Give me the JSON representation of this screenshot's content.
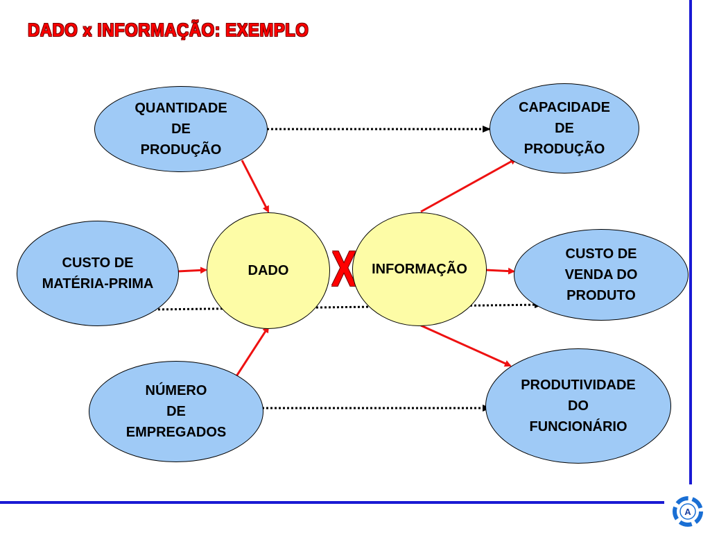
{
  "title": "DADO x INFORMAÇÃO: EXEMPLO",
  "center": {
    "dado": "DADO",
    "separator": "X",
    "informacao": "INFORMAÇÃO"
  },
  "data_nodes": [
    {
      "id": "quantidade",
      "label": "QUANTIDADE\nDE\nPRODUÇÃO"
    },
    {
      "id": "custo_materia",
      "label": "CUSTO DE\nMATÉRIA-PRIMA"
    },
    {
      "id": "numero_empregados",
      "label": "NÚMERO\nDE\nEMPREGADOS"
    }
  ],
  "info_nodes": [
    {
      "id": "capacidade",
      "label": "CAPACIDADE\nDE\nPRODUÇÃO"
    },
    {
      "id": "custo_venda",
      "label": "CUSTO DE\nVENDA DO\nPRODUTO"
    },
    {
      "id": "produtividade",
      "label": "PRODUTIVIDADE\nDO\nFUNCIONÁRIO"
    }
  ],
  "logo_letter": "A",
  "colors": {
    "title": "#ff0000",
    "node_blue": "#9fcaf6",
    "node_yellow": "#fdfca6",
    "arrow_red": "#ee1111",
    "border_blue": "#1a1ad4"
  },
  "icons": {
    "logo": "circular-arrows-logo-icon"
  }
}
